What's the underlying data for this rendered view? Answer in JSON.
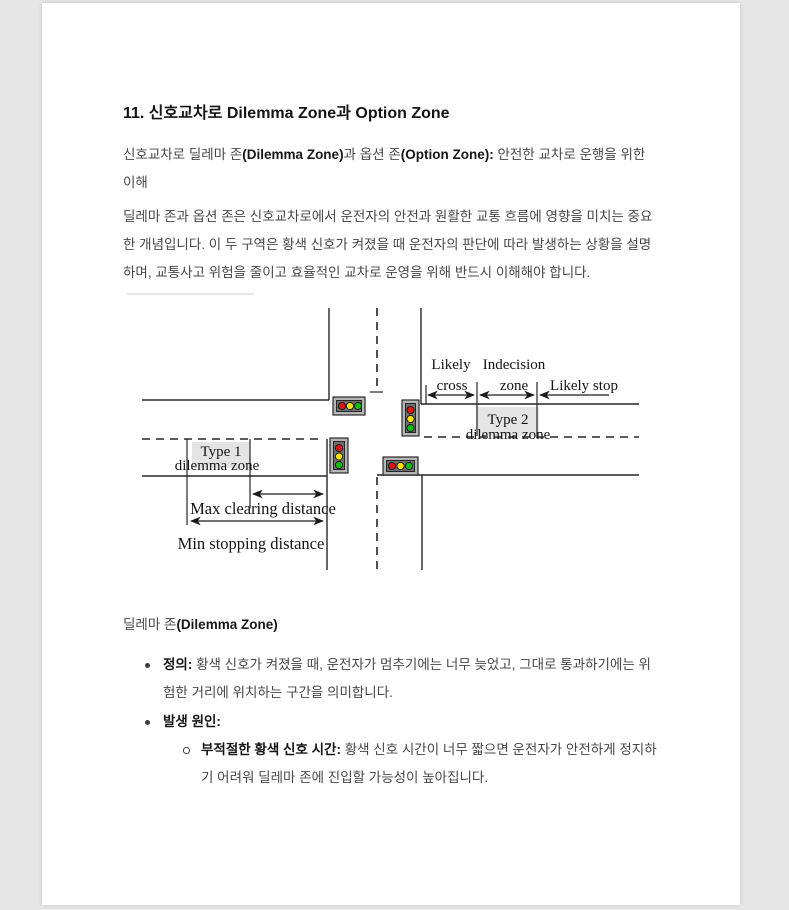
{
  "doc": {
    "title": "11. 신호교차로 Dilemma Zone과 Option Zone",
    "p1": {
      "s0": "신호교차로 딜레마 존",
      "s1": "(Dilemma Zone)",
      "s2": "과 옵션 존",
      "s3": "(Option Zone):",
      "s4": " 안전한 교차로 운행을 위한 이해"
    },
    "p2": "딜레마 존과 옵션 존은 신호교차로에서 운전자의 안전과 원활한 교통 흐름에 영향을 미치는 중요한 개념입니다. 이 두 구역은 황색 신호가 켜졌을 때 운전자의 판단에 따라 발생하는 상황을 설명하며, 교통사고 위험을 줄이고 효율적인 교차로 운영을 위해 반드시 이해해야 합니다.",
    "h2": {
      "s0": "딜레마 존",
      "s1": "(Dilemma Zone)"
    },
    "list": {
      "li1": {
        "b": "정의:",
        "t": " 황색 신호가 켜졌을 때, 운전자가 멈추기에는 너무 늦었고, 그대로 통과하기에는 위험한 거리에 위치하는 구간을 의미합니다."
      },
      "li2": {
        "b": "발생 원인:"
      },
      "li3": {
        "b": "부적절한 황색 신호 시간:",
        "t": " 황색 신호 시간이 너무 짧으면 운전자가 안전하게 정지하기 어려워 딜레마 존에 진입할 가능성이 높아집니다."
      }
    }
  },
  "diagram": {
    "labels": {
      "likely": "Likely",
      "cross": "cross",
      "indecision": "Indecision",
      "zone": "zone",
      "likely_stop": "Likely stop",
      "type2_line1": "Type 2",
      "type2_line2": "dilemma zone",
      "type1_line1": "Type 1",
      "type1_line2": "dilemma zone",
      "max_clearing": "Max clearing distance",
      "min_stopping": "Min stopping distance"
    },
    "colors": {
      "signal_red": "#db1616",
      "signal_yellow": "#f8e406",
      "signal_green": "#12ba12",
      "housing": "#b5b5b5",
      "housing_inner": "#707070",
      "zone_box": "#e4e4e4"
    }
  }
}
